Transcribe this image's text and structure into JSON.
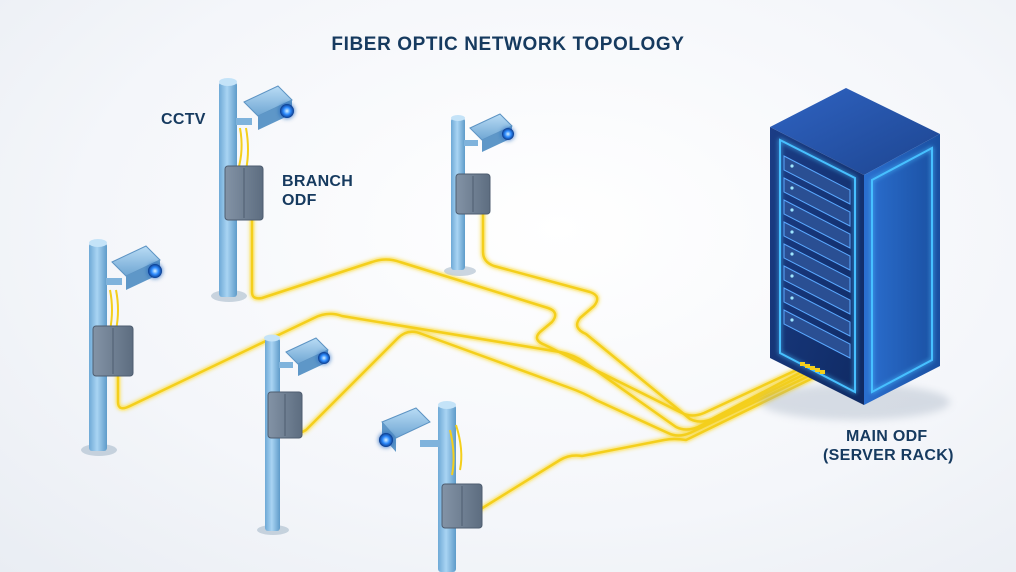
{
  "diagram": {
    "title": "FIBER OPTIC NETWORK TOPOLOGY",
    "labels": {
      "cctv": "CCTV",
      "branch_odf_line1": "BRANCH",
      "branch_odf_line2": "ODF",
      "main_odf_line1": "MAIN ODF",
      "main_odf_line2": "(SERVER RACK)"
    },
    "nodes": [
      {
        "name": "pole-1",
        "type": "cctv-pole-with-branch-odf"
      },
      {
        "name": "pole-2",
        "type": "cctv-pole-with-branch-odf"
      },
      {
        "name": "pole-3",
        "type": "cctv-pole-with-branch-odf"
      },
      {
        "name": "pole-4",
        "type": "cctv-pole-with-branch-odf"
      },
      {
        "name": "pole-5",
        "type": "cctv-pole-with-branch-odf"
      },
      {
        "name": "main-odf",
        "type": "server-rack"
      }
    ],
    "edges": [
      {
        "from": "pole-1",
        "to": "main-odf",
        "medium": "fiber"
      },
      {
        "from": "pole-2",
        "to": "main-odf",
        "medium": "fiber"
      },
      {
        "from": "pole-3",
        "to": "main-odf",
        "medium": "fiber"
      },
      {
        "from": "pole-4",
        "to": "main-odf",
        "medium": "fiber"
      },
      {
        "from": "pole-5",
        "to": "main-odf",
        "medium": "fiber"
      }
    ],
    "colors": {
      "fiber": "#f7d731",
      "pole": "#8fc3ea",
      "rack": "#1e4fa3",
      "rack_glow": "#3fb6ff",
      "odf_box": "#6e7f94",
      "label": "#163a5f"
    }
  }
}
